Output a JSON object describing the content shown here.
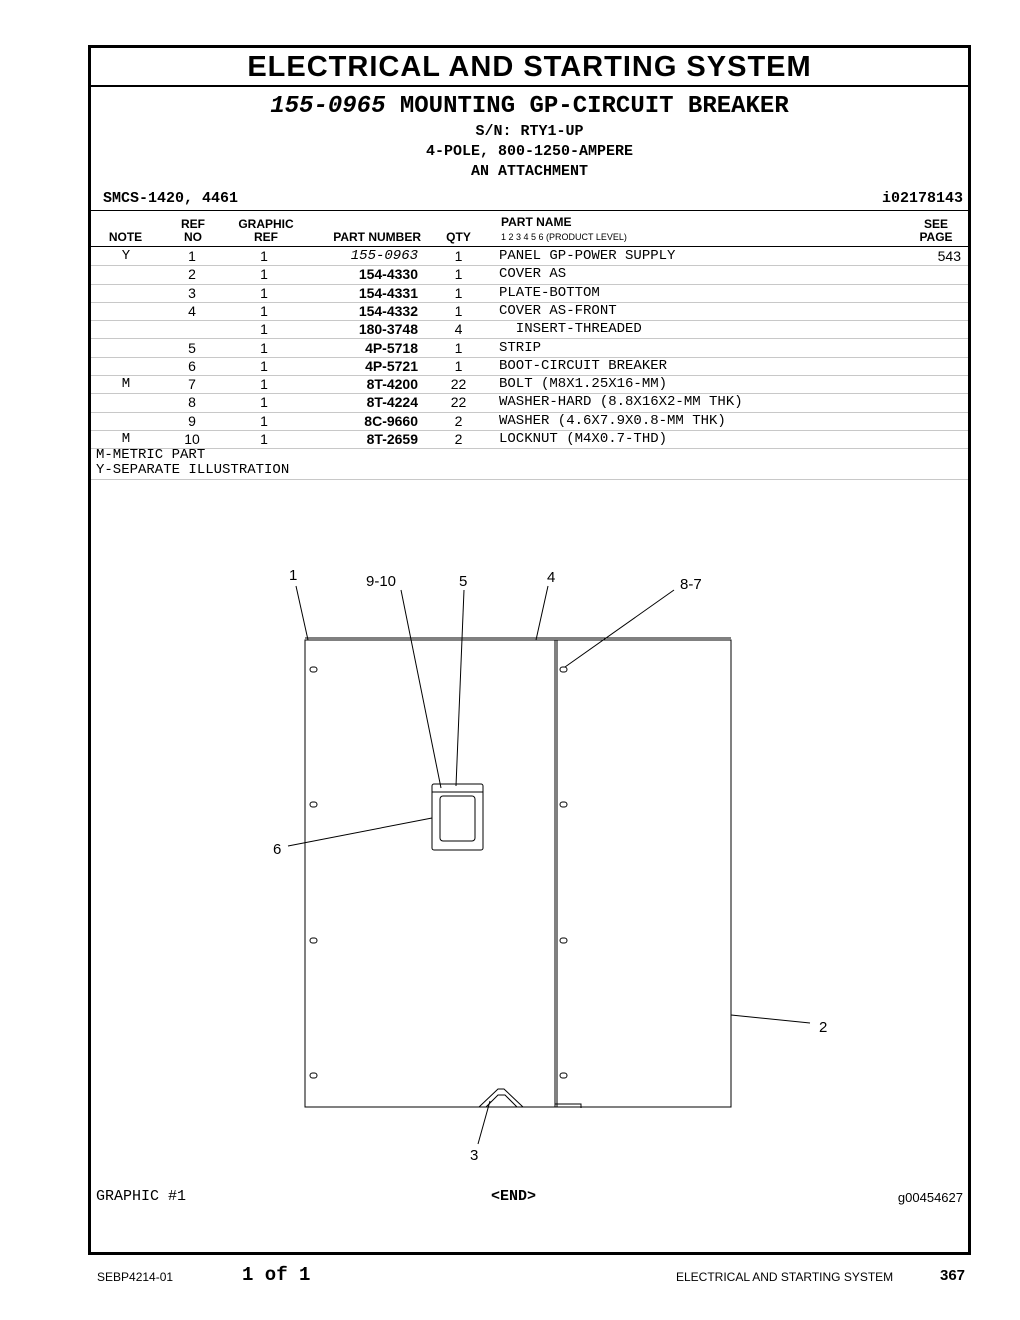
{
  "section_title": "ELECTRICAL AND STARTING SYSTEM",
  "group": {
    "part_number": "155-0965",
    "name": "MOUNTING GP-CIRCUIT BREAKER",
    "serial": "S/N: RTY1-UP",
    "desc1": "4-POLE, 800-1250-AMPERE",
    "desc2": "AN ATTACHMENT"
  },
  "smcs": "SMCS-1420, 4461",
  "illustration_id": "i02178143",
  "columns": {
    "note": "NOTE",
    "ref_top": "REF",
    "ref_bottom": "NO",
    "graphic_top": "GRAPHIC",
    "graphic_bottom": "REF",
    "part_number": "PART NUMBER",
    "qty": "QTY",
    "part_name": "PART NAME",
    "product_levels": "1    2    3    4    5    6   (PRODUCT LEVEL)",
    "see_top": "SEE",
    "see_bottom": "PAGE"
  },
  "parts": [
    {
      "note": "Y",
      "ref": "1",
      "graphic": "1",
      "part_number": "155-0963",
      "qty": "1",
      "name": "PANEL GP-POWER SUPPLY",
      "page": "543"
    },
    {
      "note": "",
      "ref": "2",
      "graphic": "1",
      "part_number": "154-4330",
      "qty": "1",
      "name": "COVER AS",
      "page": ""
    },
    {
      "note": "",
      "ref": "3",
      "graphic": "1",
      "part_number": "154-4331",
      "qty": "1",
      "name": "PLATE-BOTTOM",
      "page": ""
    },
    {
      "note": "",
      "ref": "4",
      "graphic": "1",
      "part_number": "154-4332",
      "qty": "1",
      "name": "COVER AS-FRONT",
      "page": ""
    },
    {
      "note": "",
      "ref": "",
      "graphic": "1",
      "part_number": "180-3748",
      "qty": "4",
      "name": "  INSERT-THREADED",
      "page": ""
    },
    {
      "note": "",
      "ref": "5",
      "graphic": "1",
      "part_number": "4P-5718",
      "qty": "1",
      "name": "STRIP",
      "page": ""
    },
    {
      "note": "",
      "ref": "6",
      "graphic": "1",
      "part_number": "4P-5721",
      "qty": "1",
      "name": "BOOT-CIRCUIT BREAKER",
      "page": ""
    },
    {
      "note": "M",
      "ref": "7",
      "graphic": "1",
      "part_number": "8T-4200",
      "qty": "22",
      "name": "BOLT (M8X1.25X16-MM)",
      "page": ""
    },
    {
      "note": "",
      "ref": "8",
      "graphic": "1",
      "part_number": "8T-4224",
      "qty": "22",
      "name": "WASHER-HARD (8.8X16X2-MM THK)",
      "page": ""
    },
    {
      "note": "",
      "ref": "9",
      "graphic": "1",
      "part_number": "8C-9660",
      "qty": "2",
      "name": "WASHER (4.6X7.9X0.8-MM THK)",
      "page": ""
    },
    {
      "note": "M",
      "ref": "10",
      "graphic": "1",
      "part_number": "8T-2659",
      "qty": "2",
      "name": "LOCKNUT (M4X0.7-THD)",
      "page": ""
    }
  ],
  "notes": [
    "M-METRIC PART",
    "Y-SEPARATE ILLUSTRATION"
  ],
  "callouts": {
    "c1": "1",
    "c9_10": "9-10",
    "c5": "5",
    "c4": "4",
    "c8_7": "8-7",
    "c6": "6",
    "c2": "2",
    "c3": "3"
  },
  "graphic_label": "GRAPHIC #1",
  "end_label": "<END>",
  "graphic_number": "g00454627",
  "footer": {
    "doc": "SEBP4214-01",
    "pages": "1 of 1",
    "section": "ELECTRICAL AND STARTING SYSTEM",
    "page_number": "367"
  }
}
